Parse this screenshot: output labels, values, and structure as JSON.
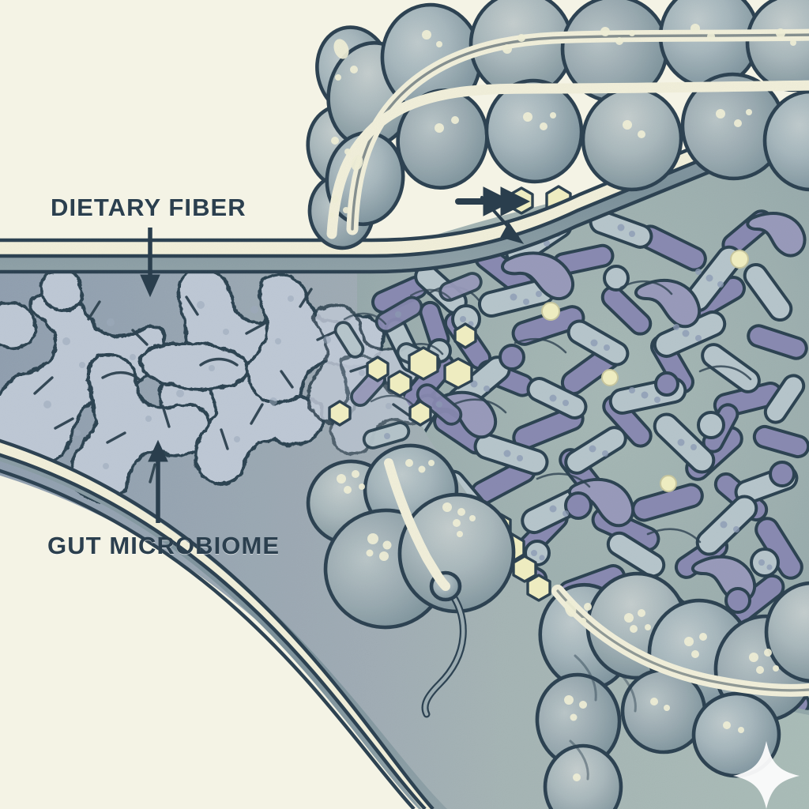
{
  "illustration": {
    "title": "Dietary fiber fermentation by the gut microbiome in the colon",
    "type": "scientific-diagram",
    "background_color": "#f7f6e8"
  },
  "labels": [
    {
      "id": "dietary-fiber",
      "text": "DIETARY FIBER",
      "color": "#2b3f4e",
      "pointer": "arrow-down"
    },
    {
      "id": "gut-microbiome",
      "text": "GUT MICROBIOME",
      "color": "#2b3f4e",
      "pointer": "arrow-up"
    }
  ],
  "palette": {
    "background": "#f7f6e8",
    "ink": "#2b3f4e",
    "colon_tissue_light": "#b9c7c9",
    "colon_tissue_mid": "#8fa3a8",
    "colon_tissue_dark": "#6d848c",
    "colon_band": "#f4f2dd",
    "lumen_left": "#94a3b3",
    "lumen_right": "#a9bdbb",
    "fiber_fill": "#c3ccd8",
    "bacteria_purple": "#8b8cb4",
    "bacteria_sage": "#b8c8ce",
    "molecule_yellow": "#f2f0c4",
    "highlight": "#f3f2da"
  },
  "elements": {
    "colon_top_label": "colon haustra upper arc",
    "colon_bottom_label": "cecum and appendix",
    "colon_right_label": "colon haustra lower right arc",
    "lumen_label": "intestinal lumen cross-section",
    "fiber_label": "dietary fiber strands",
    "bacteria_label": "gut bacteria colony",
    "molecule_label": "short-chain fatty acid hexagon molecules",
    "flow_arrow_label": "flow direction double chevron",
    "pointer_arrow_label": "fermentation pointer arrow",
    "sparkle_label": "decorative four point sparkle"
  },
  "counts": {
    "hexagon_molecules": 16,
    "bacteria_shown": 260,
    "fiber_strands": 9,
    "haustra_segments": 21
  }
}
